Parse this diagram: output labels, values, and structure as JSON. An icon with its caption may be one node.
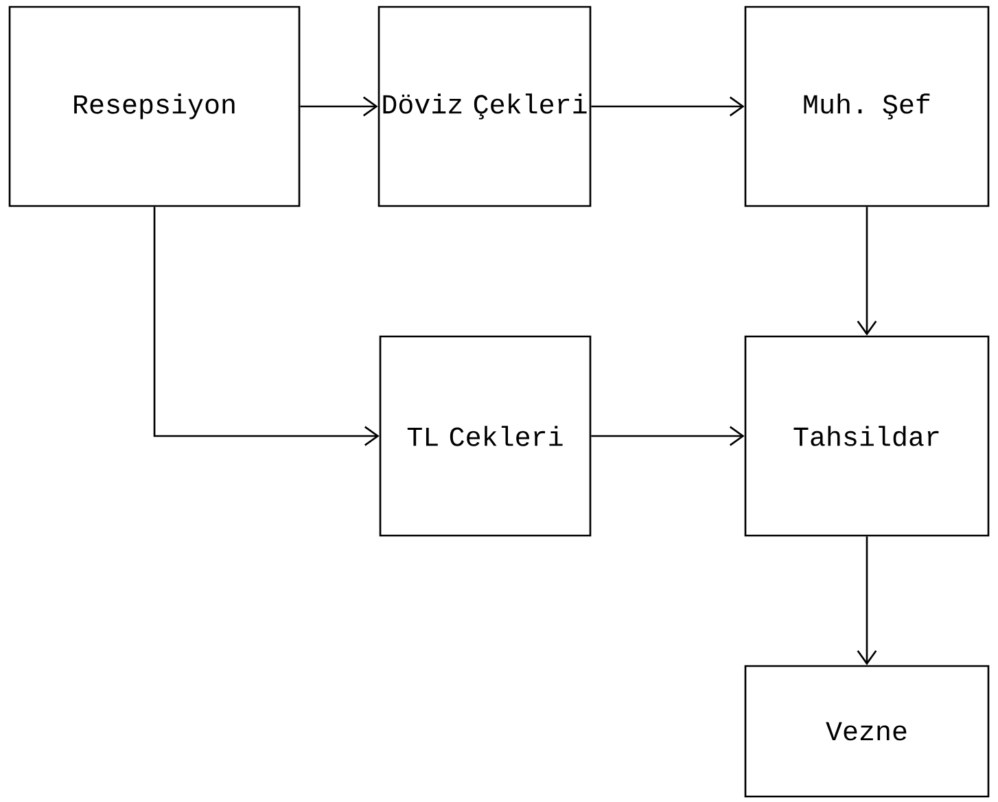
{
  "diagram": {
    "nodes": [
      {
        "text": [
          "Resepsiyon"
        ]
      },
      {
        "text": [
          "Döviz Çekleri"
        ]
      },
      {
        "text": [
          "Muh. Şef"
        ]
      },
      {
        "text": [
          "TL Cekleri"
        ]
      },
      {
        "text": [
          "Tahsildar"
        ]
      },
      {
        "text": [
          "Vezne"
        ]
      }
    ],
    "edges": [
      {
        "from": 0,
        "to": 1,
        "arrow": "to"
      },
      {
        "from": 1,
        "to": 2,
        "arrow": "to"
      },
      {
        "from": 0,
        "to": 3,
        "arrow": "to"
      },
      {
        "from": 2,
        "to": 4,
        "arrow": "to"
      },
      {
        "from": 3,
        "to": 4,
        "arrow": "to"
      },
      {
        "from": 4,
        "to": 5,
        "arrow": "to"
      }
    ]
  }
}
